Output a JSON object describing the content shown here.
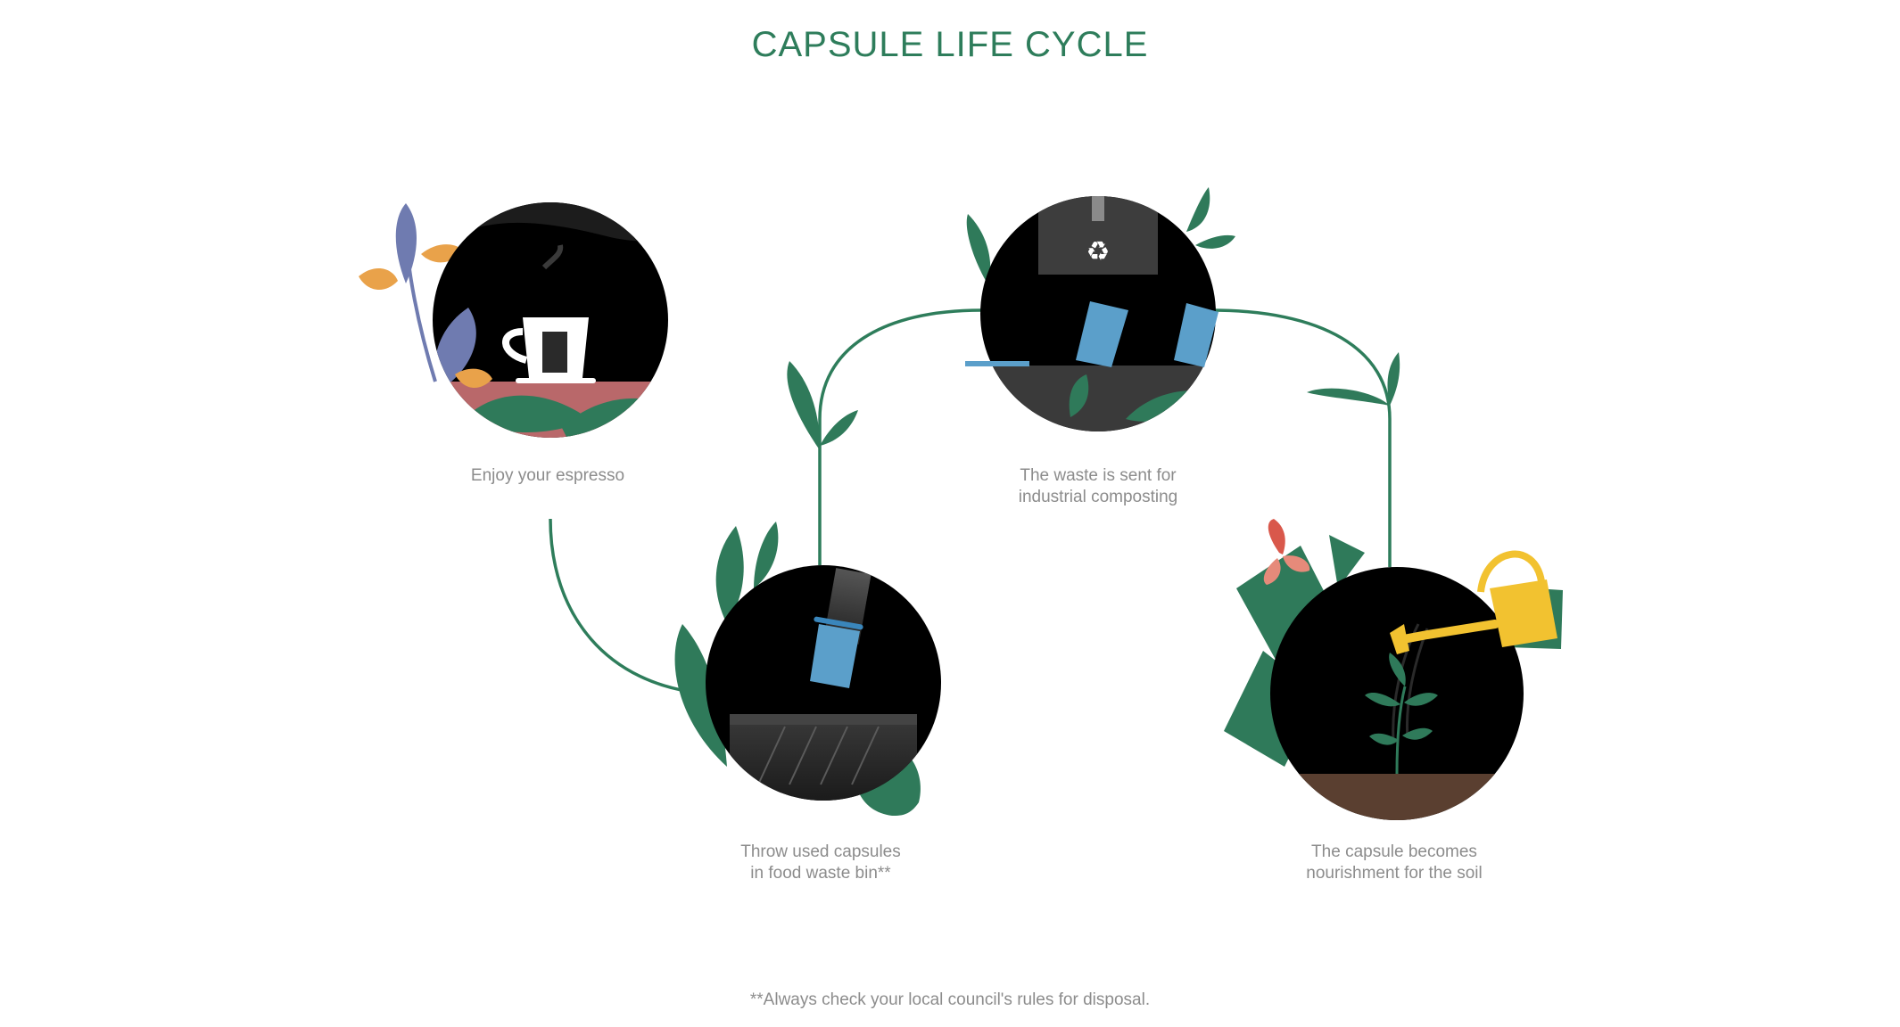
{
  "title": "CAPSULE LIFE CYCLE",
  "steps": [
    {
      "line1": "Enjoy your espresso",
      "line2": ""
    },
    {
      "line1": "Throw used capsules",
      "line2": "in food waste bin**"
    },
    {
      "line1": "The waste is sent for",
      "line2": "industrial composting"
    },
    {
      "line1": "The capsule becomes",
      "line2": "nourishment for the soil"
    }
  ],
  "footnote": "**Always check your local council's rules for disposal.",
  "recycle_symbol": "♻",
  "colors": {
    "title": "#2e7d5b",
    "path": "#2e7d5b",
    "leaf": "#2f7a5a",
    "capsule": "#5b9fca",
    "circle": "#000000",
    "caption": "#8c8c8c",
    "table": "#b9686a",
    "soil": "#5a3f30",
    "watering_can": "#f2c230"
  },
  "icons": [
    "espresso-cup-icon",
    "food-waste-bin-icon",
    "industrial-compost-icon",
    "sprouting-plant-icon",
    "recycle-icon",
    "watering-can-icon",
    "butterfly-icon"
  ]
}
